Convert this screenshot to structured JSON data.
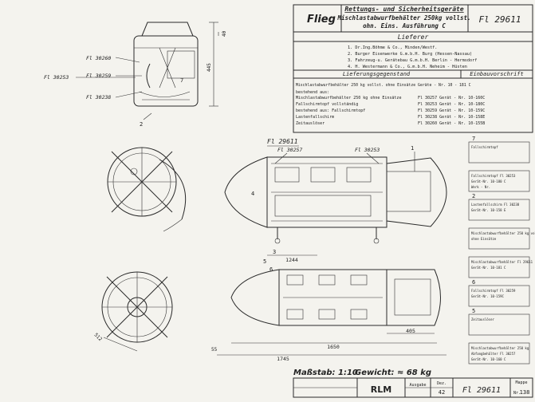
{
  "title_block": {
    "org": "Flieg",
    "title_lines": [
      "Rettungs- und Sicherheitsgeräte",
      "Mischlastabwurfbehälter 250kg vollst.",
      "ohn. Eins. Ausführung C"
    ],
    "drawing_no": "Fl 29611",
    "lieferer_heading": "Lieferer",
    "suppliers": [
      "1. Dr.Ing.Böhme & Co., Minden/Westf.",
      "2. Burger Eisenwerke G.m.b.H. Burg (Hessen-Nassau)",
      "3. Fahrzeug-u. Gerätebau G.m.b.H. Berlin - Hermsdorf",
      "4. H. Westermann & Co., G.m.b.H. Neheim - Hüsten"
    ],
    "lieferungsgegenstand_heading": "Lieferungsgegenstand",
    "einbauvorschrift_heading": "Einbauvorschrift",
    "main_item": "Mischlastabwurfbehälter 250 kg vollst. ohne Einsätze Geräte - Nr. 10 - 181 C",
    "bestehend_aus": "bestehend aus:",
    "parts": [
      {
        "name": "Mischlastabwurfbehälter 250 kg ohne Einsätze",
        "ref": "Fl 30257 Gerät - Nr. 10-160C"
      },
      {
        "name": "Fallschirmtopf vollständig",
        "ref": "Fl 30253 Gerät - Nr. 10-180C"
      },
      {
        "name": "bestehend aus:   Fallschirmtopf",
        "ref": "Fl 30259 Gerät - Nr. 10-159C"
      },
      {
        "name": "Lastenfallschirm",
        "ref": "Fl 30238 Gerät - Nr. 10-158E"
      },
      {
        "name": "Zeitauslöser",
        "ref": "Fl 30260 Gerät - Nr. 10-155B"
      }
    ]
  },
  "drawing": {
    "upper_refs": [
      "Fl 30260",
      "Fl 30259",
      "Fl 30238"
    ],
    "upper_left_ref": "Fl 30253",
    "view_ref": "Fl 29611",
    "body_refs": [
      "Fl 30257",
      "Fl 30253"
    ],
    "dims": {
      "d1": "1244",
      "d2": "405",
      "d3": "1650",
      "d4": "1745",
      "d5": "55",
      "d6": "445",
      "d7": "40",
      "d8": "512"
    },
    "labels": [
      "1",
      "2",
      "3",
      "4",
      "5",
      "6",
      "7"
    ]
  },
  "plates": [
    {
      "no": "7",
      "lines": [
        "Fallschirmtopf"
      ]
    },
    {
      "no": "",
      "lines": [
        "Fallschirmtopf    Fl 30253",
        "Gerät-Nr.   10-180 C",
        "Werk - Nr."
      ]
    },
    {
      "no": "2",
      "lines": [
        "Lastenfallschirm   Fl 30238",
        "Gerät-Nr.   10-158 E"
      ]
    },
    {
      "no": "",
      "lines": [
        "Mischlastabwurfbehälter 250 kg vollst.",
        "ohne Einsätze"
      ]
    },
    {
      "no": "",
      "lines": [
        "Mischlastabwurfbehälter Fl 29611",
        "Gerät-Nr.   10-181 C"
      ]
    },
    {
      "no": "6",
      "lines": [
        "Fallschirmtopf  Fl 30259",
        "Gerät-Nr.   10-159C"
      ]
    },
    {
      "no": "5",
      "lines": [
        "Zeitauslöser"
      ]
    },
    {
      "no": "",
      "lines": [
        "Mischlastabwurfbehälter 250 kg",
        "Abfangbehälter  Fl 30257",
        "Gerät-Nr.   10-160 C"
      ]
    }
  ],
  "footer": {
    "scale": "Maßstab: 1:10",
    "weight": "Gewicht: ≈ 68 kg",
    "rlm": "RLM",
    "ausgabe": "Ausgabe",
    "dez_label": "Dez.",
    "dez_value": "42",
    "drawing_no": "Fl 29611",
    "mappe_label": "Mappe",
    "mappe_no": "138",
    "nr_label": "Nr."
  }
}
